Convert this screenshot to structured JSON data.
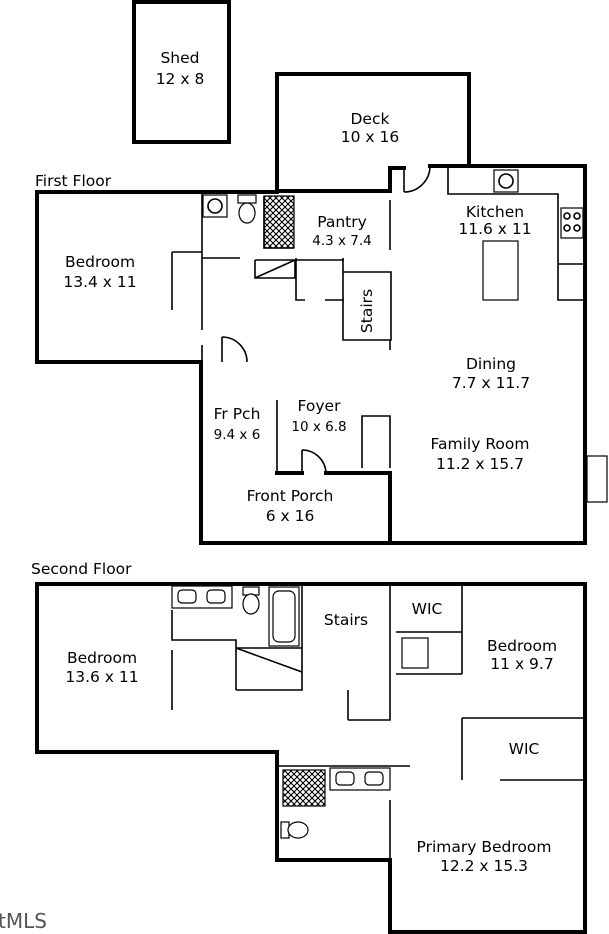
{
  "watermark": "tMLS",
  "floors": [
    {
      "title": "First Floor",
      "rooms": [
        {
          "name": "Shed",
          "size": "12 x 8"
        },
        {
          "name": "Deck",
          "size": "10 x 16"
        },
        {
          "name": "Pantry",
          "size": "4.3 x 7.4"
        },
        {
          "name": "Kitchen",
          "size": "11.6 x 11"
        },
        {
          "name": "Bedroom",
          "size": "13.4 x 11"
        },
        {
          "name": "Stairs",
          "size": ""
        },
        {
          "name": "Dining",
          "size": "7.7 x 11.7"
        },
        {
          "name": "Fr Pch",
          "size": "9.4 x 6"
        },
        {
          "name": "Foyer",
          "size": "10 x 6.8"
        },
        {
          "name": "Family Room",
          "size": "11.2 x 15.7"
        },
        {
          "name": "Front Porch",
          "size": "6 x 16"
        }
      ]
    },
    {
      "title": "Second Floor",
      "rooms": [
        {
          "name": "Stairs",
          "size": ""
        },
        {
          "name": "WIC",
          "size": ""
        },
        {
          "name": "Bedroom",
          "size": "11 x 9.7"
        },
        {
          "name": "Bedroom",
          "size": "13.6 x 11"
        },
        {
          "name": "WIC",
          "size": ""
        },
        {
          "name": "Primary Bedroom",
          "size": "12.2 x 15.3"
        }
      ]
    }
  ]
}
